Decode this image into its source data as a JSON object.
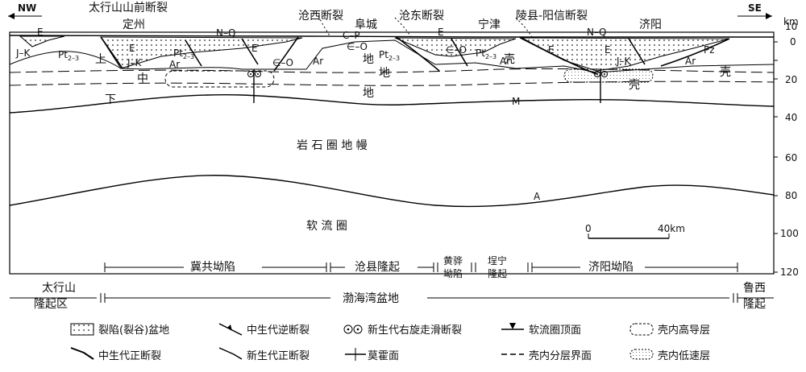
{
  "orientation": {
    "left": "NW",
    "right": "SE",
    "unit": "km"
  },
  "depth_ticks": [
    "0",
    "10",
    "20",
    "40",
    "60",
    "80",
    "100",
    "120"
  ],
  "faults": [
    "太行山山前断裂",
    "沧西断裂",
    "沧东断裂",
    "陵县-阳信断裂"
  ],
  "places": [
    "定州",
    "阜城",
    "宁津",
    "济阳"
  ],
  "strata": {
    "E": "E",
    "JK": "J–K",
    "Pt": "Pt",
    "Pt_sub": "2–3",
    "NQ": "N–Q",
    "Ar": "Ar",
    "EO": "∈–O",
    "CP": "C–P",
    "Pz": "Pz"
  },
  "layers": {
    "upper": "上",
    "middle": "中",
    "lower": "下",
    "crust1": "地",
    "crust2": "壳",
    "M": "M",
    "A": "A"
  },
  "mantle": "岩 石 圈 地 幔",
  "asthenosphere": "软 流 圈",
  "scale": {
    "zero": "0",
    "end": "40km"
  },
  "tectonic_units": [
    "冀共坳陷",
    "沧县隆起",
    "黄骅坳陷",
    "埕宁隆起",
    "济阳坳陷"
  ],
  "regional_units": [
    "太行山隆起区",
    "渤海湾盆地",
    "鲁西隆起"
  ],
  "legend": [
    "裂陷(裂谷)盆地",
    "中生代逆断裂",
    "新生代右旋走滑断裂",
    "软流圈顶面",
    "壳内高导层",
    "中生代正断裂",
    "新生代正断裂",
    "莫霍面",
    "壳内分层界面",
    "壳内低速层"
  ]
}
